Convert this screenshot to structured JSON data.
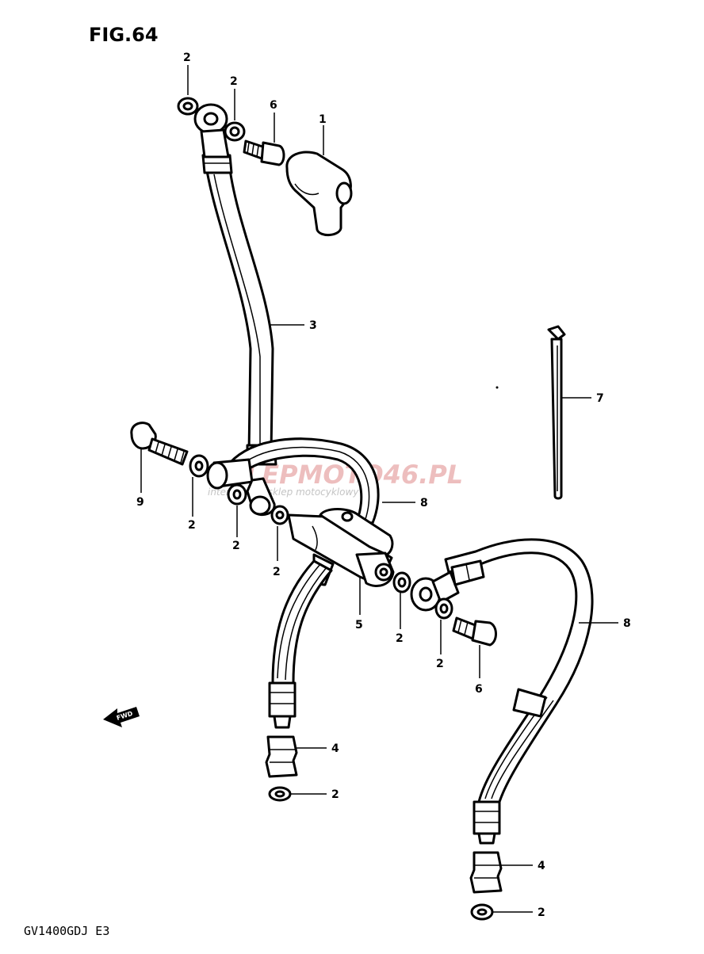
{
  "figure": {
    "title": "FIG.64",
    "model": "GV1400GDJ E3",
    "direction_label": "FWD"
  },
  "watermark": {
    "main": "SKLEPMOTO46.PL",
    "sub": "internetowy sklep motocyklowy"
  },
  "callouts": [
    {
      "id": "c01",
      "label": "2"
    },
    {
      "id": "c02",
      "label": "2"
    },
    {
      "id": "c03",
      "label": "6"
    },
    {
      "id": "c04",
      "label": "1"
    },
    {
      "id": "c05",
      "label": "3"
    },
    {
      "id": "c06",
      "label": "7"
    },
    {
      "id": "c07",
      "label": "9"
    },
    {
      "id": "c08",
      "label": "2"
    },
    {
      "id": "c09",
      "label": "2"
    },
    {
      "id": "c10",
      "label": "2"
    },
    {
      "id": "c11",
      "label": "8"
    },
    {
      "id": "c12",
      "label": "5"
    },
    {
      "id": "c13",
      "label": "2"
    },
    {
      "id": "c14",
      "label": "2"
    },
    {
      "id": "c15",
      "label": "6"
    },
    {
      "id": "c16",
      "label": "8"
    },
    {
      "id": "c17",
      "label": "4"
    },
    {
      "id": "c18",
      "label": "2"
    },
    {
      "id": "c19",
      "label": "4"
    },
    {
      "id": "c20",
      "label": "2"
    }
  ]
}
